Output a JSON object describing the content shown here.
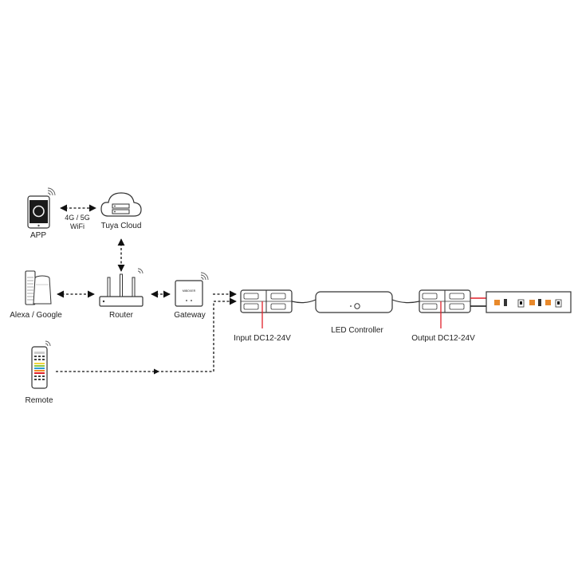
{
  "labels": {
    "app": "APP",
    "cloud": "Tuya Cloud",
    "link": "4G / 5G",
    "link2": "WiFi",
    "alexa": "Alexa / Google",
    "router": "Router",
    "gateway": "Gateway",
    "remote": "Remote",
    "controller": "LED Controller",
    "input": "Input DC12-24V",
    "output": "Output DC12-24V",
    "gateway_brand": "MiBOXER"
  },
  "colors": {
    "line": "#111111",
    "accent_red": "#e0202a",
    "led_amber": "#e8892b",
    "remote_palette": [
      "#f2d43b",
      "#8cc63f",
      "#2e9bd6",
      "#f08a24",
      "#e0202a"
    ]
  }
}
